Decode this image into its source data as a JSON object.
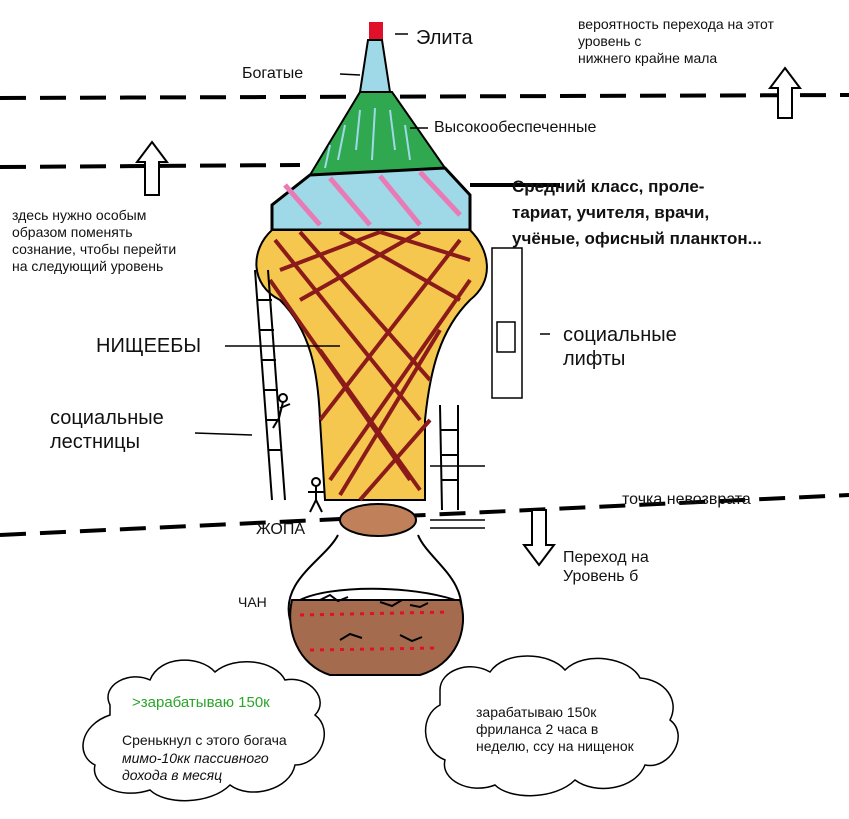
{
  "levels": {
    "elite": "Элита",
    "rich": "Богатые",
    "high_income": "Высокообеспеченные",
    "middle_class": "Средний класс, проле-\nтариат, учителя, врачи,\nучёные, офисный планктон...",
    "poor": "НИЩЕЕБЫ",
    "ass": "ЖОПА",
    "vat": "ЧАН"
  },
  "notes": {
    "top_right": "вероятность перехода на этот\nуровень с\nнижнего крайне мала",
    "left_mind": "здесь нужно особым\nобразом поменять\nсознание, чтобы перейти\nна следующий уровень",
    "social_lifts": "социальные\nлифты",
    "social_ladders": "социальные\nлестницы",
    "point_of_no_return": "точка невозврата",
    "transition": "Переход на\nУровень б"
  },
  "clouds": {
    "left": {
      "greentext": ">зарабатываю 150к",
      "body_line1": "Сренькнул с этого богача",
      "body_line2": "мимо-10кк пассивного\nдохода в месяц"
    },
    "right": {
      "body": "зарабатываю 150к\nфриланса 2 часа в\nнеделю, ссу на нищенок"
    }
  },
  "colors": {
    "elite_red": "#e0102a",
    "tower_light_blue": "#9fd9e8",
    "green": "#2fa84f",
    "yellow": "#f5c74f",
    "dark_red_net": "#8b1a1a",
    "brown_vat": "#a46b4f",
    "greentext": "#2aa52a"
  }
}
